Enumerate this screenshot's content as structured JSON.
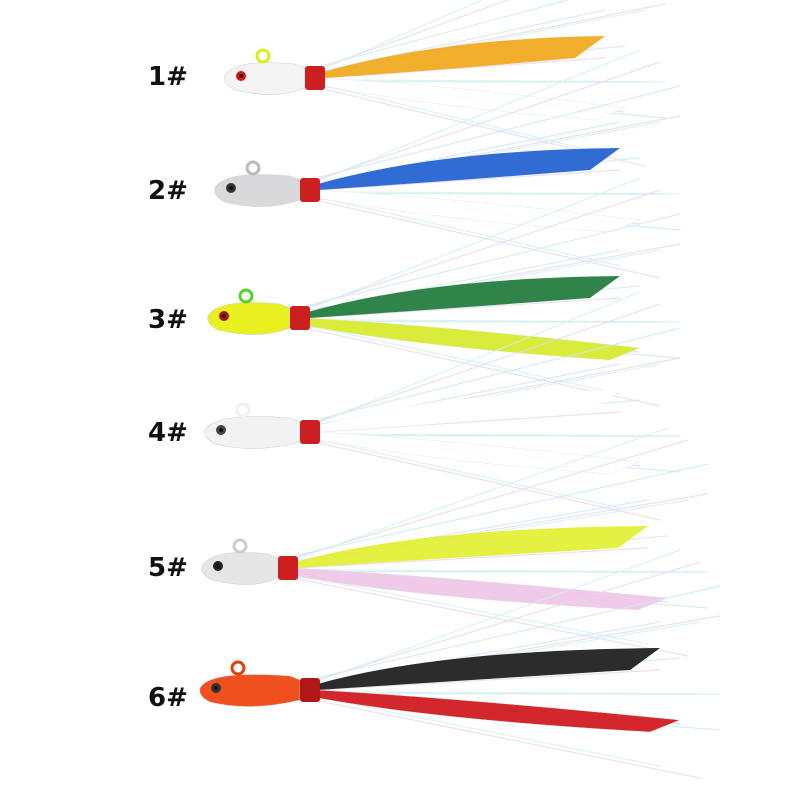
{
  "jigs": [
    {
      "label": "1#",
      "head": "#f4f4f4",
      "head_top": "#d8f020",
      "eye": "#d11",
      "wrap": "#cc1f1f",
      "top": "#f0a81a",
      "bottom": "#ffffff"
    },
    {
      "label": "2#",
      "head": "#d9d9dc",
      "head_top": "#bbbbbb",
      "eye": "#333",
      "wrap": "#cc1f1f",
      "top": "#1f5fd0",
      "bottom": "#ffffff"
    },
    {
      "label": "3#",
      "head": "#e8f020",
      "head_top": "#5ad02a",
      "eye": "#a11",
      "wrap": "#cc1f1f",
      "top": "#1e7a3a",
      "bottom": "#d8ec30"
    },
    {
      "label": "4#",
      "head": "#f2f2f2",
      "head_top": "#f2f2f2",
      "eye": "#444",
      "wrap": "#cc1f1f",
      "top": "#ffffff",
      "bottom": "#ffffff"
    },
    {
      "label": "5#",
      "head": "#e6e6e6",
      "head_top": "#cfcfcf",
      "eye": "#222",
      "wrap": "#cc1f1f",
      "top": "#e2f030",
      "bottom": "#f0c8e8"
    },
    {
      "label": "6#",
      "head": "#f0501e",
      "head_top": "#e04010",
      "eye": "#333",
      "wrap": "#b01818",
      "top": "#1a1a1a",
      "bottom": "#d01c22"
    }
  ]
}
